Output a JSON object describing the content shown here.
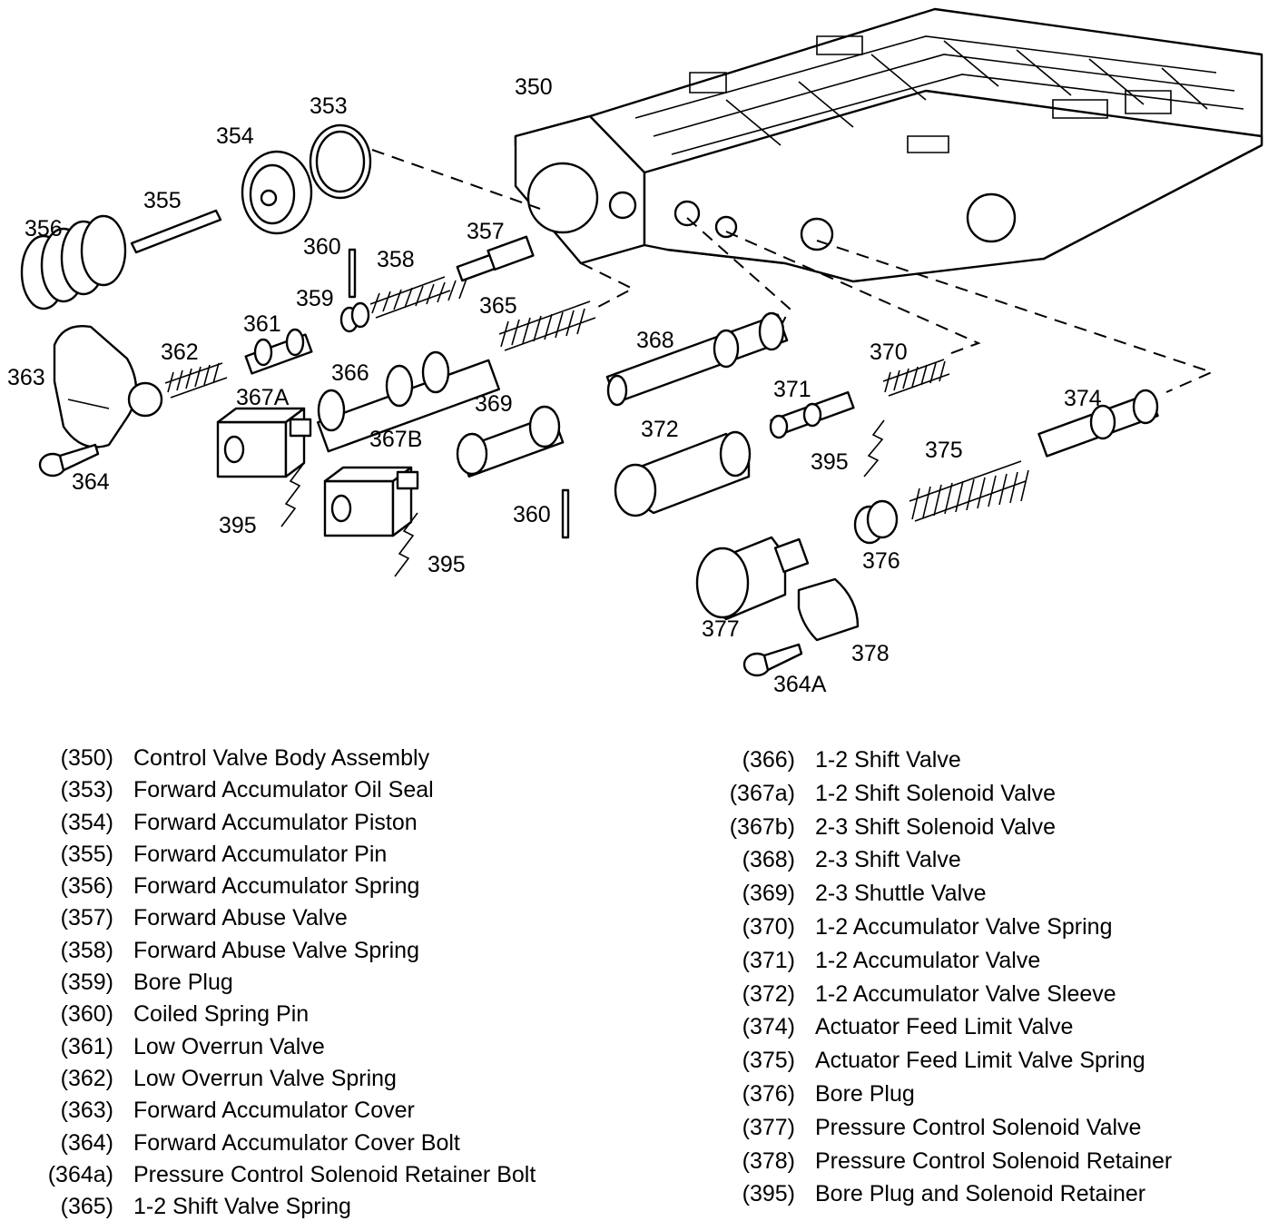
{
  "callouts": {
    "c350": "350",
    "c353": "353",
    "c354": "354",
    "c355": "355",
    "c356": "356",
    "c357": "357",
    "c358": "358",
    "c359": "359",
    "c360a": "360",
    "c360b": "360",
    "c361": "361",
    "c362": "362",
    "c363": "363",
    "c364": "364",
    "c364A": "364A",
    "c365": "365",
    "c366": "366",
    "c367A": "367A",
    "c367B": "367B",
    "c368": "368",
    "c369": "369",
    "c370": "370",
    "c371": "371",
    "c372": "372",
    "c374": "374",
    "c375": "375",
    "c376": "376",
    "c377": "377",
    "c378": "378",
    "c395a": "395",
    "c395b": "395",
    "c395c": "395"
  },
  "legend_left": [
    {
      "code": "(350)",
      "desc": "Control Valve Body Assembly"
    },
    {
      "code": "(353)",
      "desc": "Forward Accumulator Oil Seal"
    },
    {
      "code": "(354)",
      "desc": "Forward Accumulator Piston"
    },
    {
      "code": "(355)",
      "desc": "Forward Accumulator Pin"
    },
    {
      "code": "(356)",
      "desc": "Forward Accumulator Spring"
    },
    {
      "code": "(357)",
      "desc": "Forward Abuse Valve"
    },
    {
      "code": "(358)",
      "desc": "Forward Abuse Valve Spring"
    },
    {
      "code": "(359)",
      "desc": "Bore Plug"
    },
    {
      "code": "(360)",
      "desc": "Coiled Spring Pin"
    },
    {
      "code": "(361)",
      "desc": "Low Overrun Valve"
    },
    {
      "code": "(362)",
      "desc": "Low Overrun Valve Spring"
    },
    {
      "code": "(363)",
      "desc": "Forward Accumulator Cover"
    },
    {
      "code": "(364)",
      "desc": "Forward Accumulator Cover Bolt"
    },
    {
      "code": "(364a)",
      "desc": "Pressure Control Solenoid Retainer Bolt"
    },
    {
      "code": "(365)",
      "desc": "1-2 Shift Valve Spring"
    }
  ],
  "legend_right": [
    {
      "code": "(366)",
      "desc": "1-2 Shift Valve"
    },
    {
      "code": "(367a)",
      "desc": "1-2 Shift Solenoid Valve"
    },
    {
      "code": "(367b)",
      "desc": "2-3 Shift Solenoid Valve"
    },
    {
      "code": "(368)",
      "desc": "2-3 Shift Valve"
    },
    {
      "code": "(369)",
      "desc": "2-3 Shuttle Valve"
    },
    {
      "code": "(370)",
      "desc": "1-2 Accumulator Valve Spring"
    },
    {
      "code": "(371)",
      "desc": "1-2 Accumulator Valve"
    },
    {
      "code": "(372)",
      "desc": "1-2 Accumulator Valve Sleeve"
    },
    {
      "code": "(374)",
      "desc": "Actuator Feed Limit Valve"
    },
    {
      "code": "(375)",
      "desc": "Actuator Feed Limit Valve Spring"
    },
    {
      "code": "(376)",
      "desc": "Bore Plug"
    },
    {
      "code": "(377)",
      "desc": "Pressure Control Solenoid Valve"
    },
    {
      "code": "(378)",
      "desc": "Pressure Control Solenoid Retainer"
    },
    {
      "code": "(395)",
      "desc": "Bore Plug and Solenoid Retainer"
    }
  ]
}
